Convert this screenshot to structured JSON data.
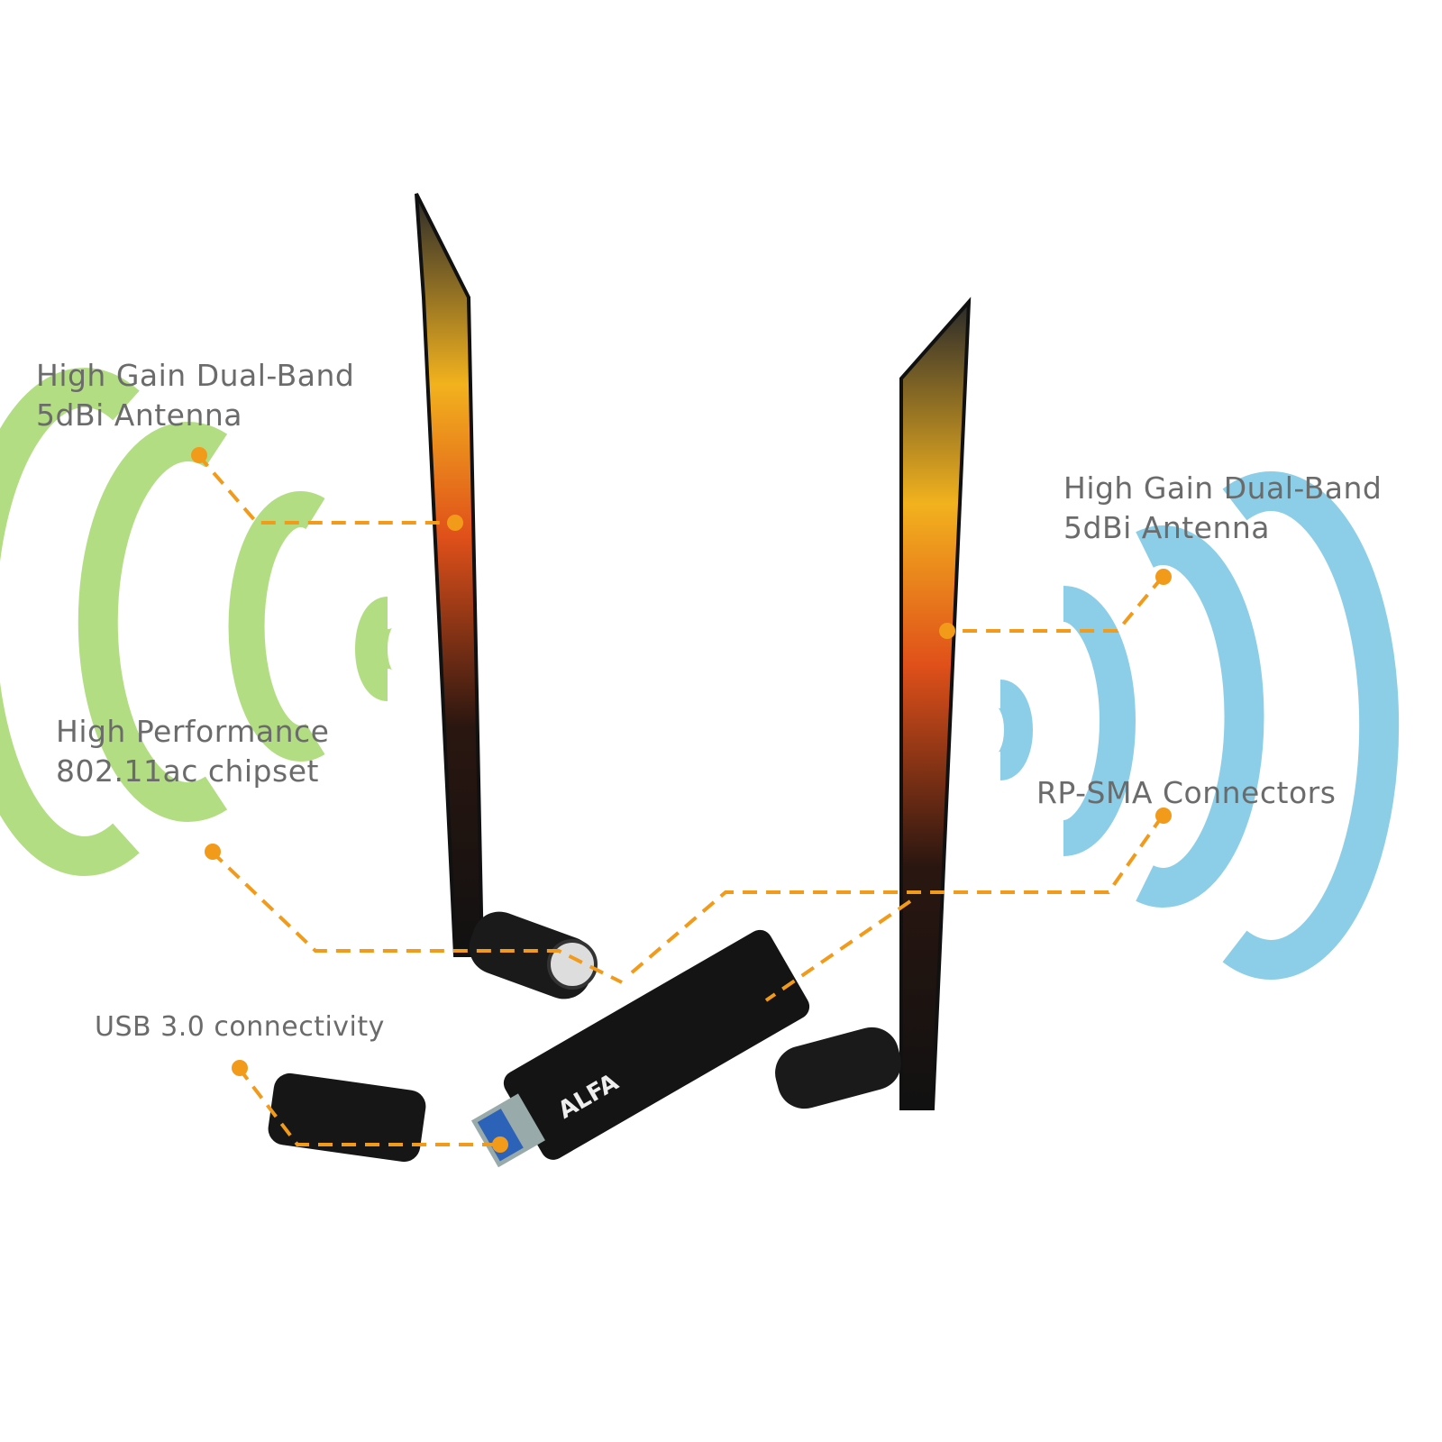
{
  "product": "ALFA dual-band USB 3.0 WiFi adapter with two antennas",
  "callouts": [
    {
      "id": "antenna-left",
      "line1": "High Gain Dual-Band",
      "line2": "5dBi Antenna"
    },
    {
      "id": "antenna-right",
      "line1": "High Gain Dual-Band",
      "line2": "5dBi Antenna"
    },
    {
      "id": "chipset",
      "line1": "High Performance",
      "line2": "802.11ac chipset"
    },
    {
      "id": "connectors",
      "line1": "RP-SMA Connectors",
      "line2": ""
    },
    {
      "id": "usb",
      "line1": "USB 3.0 connectivity",
      "line2": ""
    }
  ],
  "brand_label": "ALFA",
  "colors": {
    "accent": "#f29a1a",
    "left_waves": "#9fd46a",
    "right_waves": "#6ec3e0",
    "text": "#6b6b6b",
    "antenna": "#1b1b1b"
  }
}
